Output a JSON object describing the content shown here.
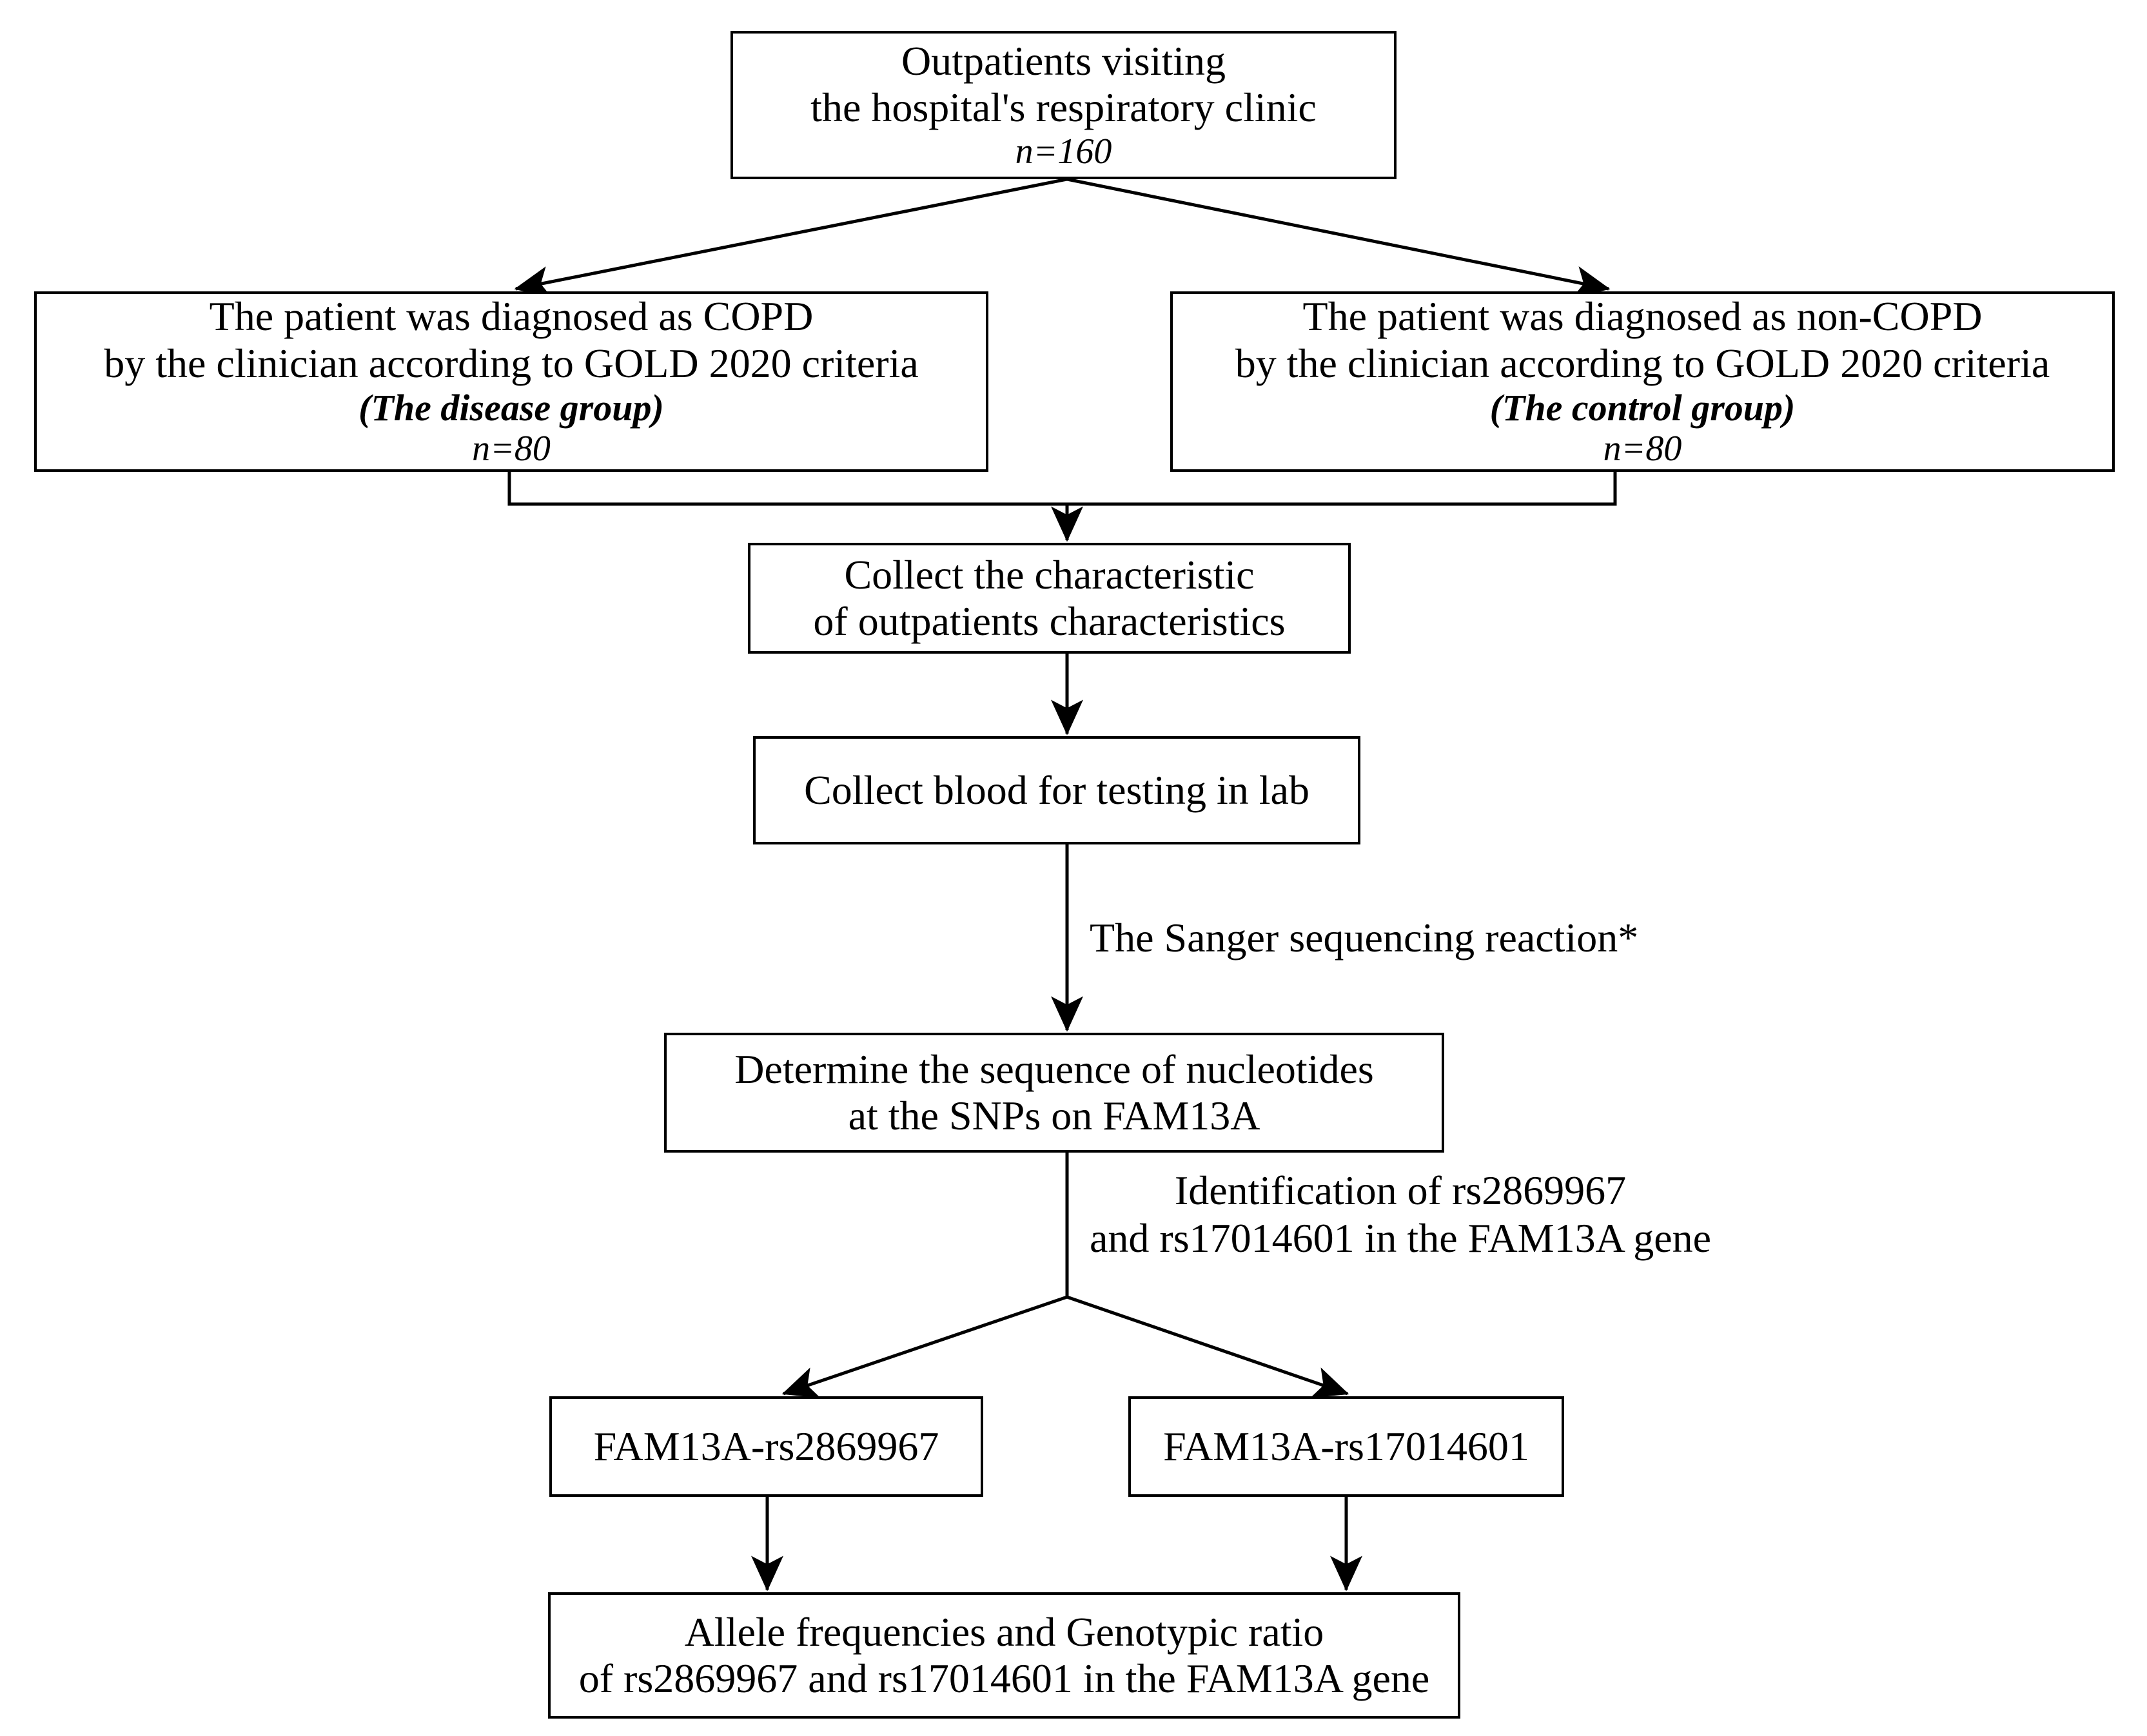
{
  "diagram": {
    "title": "COPD FAM13A SNP study flowchart",
    "stroke_color": "#000000",
    "background_color": "#ffffff",
    "nodes": {
      "outpatients": {
        "line1": "Outpatients visiting",
        "line2": "the hospital's respiratory clinic",
        "count": "n=160"
      },
      "disease_group": {
        "line1": "The patient was diagnosed as COPD",
        "line2": "by the clinician according to GOLD 2020 criteria",
        "group": "(The disease group)",
        "count": "n=80"
      },
      "control_group": {
        "line1": "The patient was diagnosed as non-COPD",
        "line2": "by the clinician according to GOLD 2020 criteria",
        "group": "(The control group)",
        "count": "n=80"
      },
      "collect_characteristics": {
        "line1": "Collect the characteristic",
        "line2": "of outpatients characteristics"
      },
      "collect_blood": {
        "line1": "Collect blood for testing in lab"
      },
      "determine_sequence": {
        "line1": "Determine the sequence of nucleotides",
        "line2": "at the SNPs on FAM13A"
      },
      "snp_left": {
        "line1": "FAM13A-rs2869967"
      },
      "snp_right": {
        "line1": "FAM13A-rs17014601"
      },
      "results": {
        "line1": "Allele frequencies and Genotypic ratio",
        "line2": "of rs2869967 and rs17014601 in the FAM13A gene"
      }
    },
    "edge_labels": {
      "sanger": {
        "line1": "The Sanger sequencing reaction*"
      },
      "identification": {
        "line1": "Identification of rs2869967",
        "line2": "and rs17014601 in the FAM13A gene"
      }
    }
  }
}
